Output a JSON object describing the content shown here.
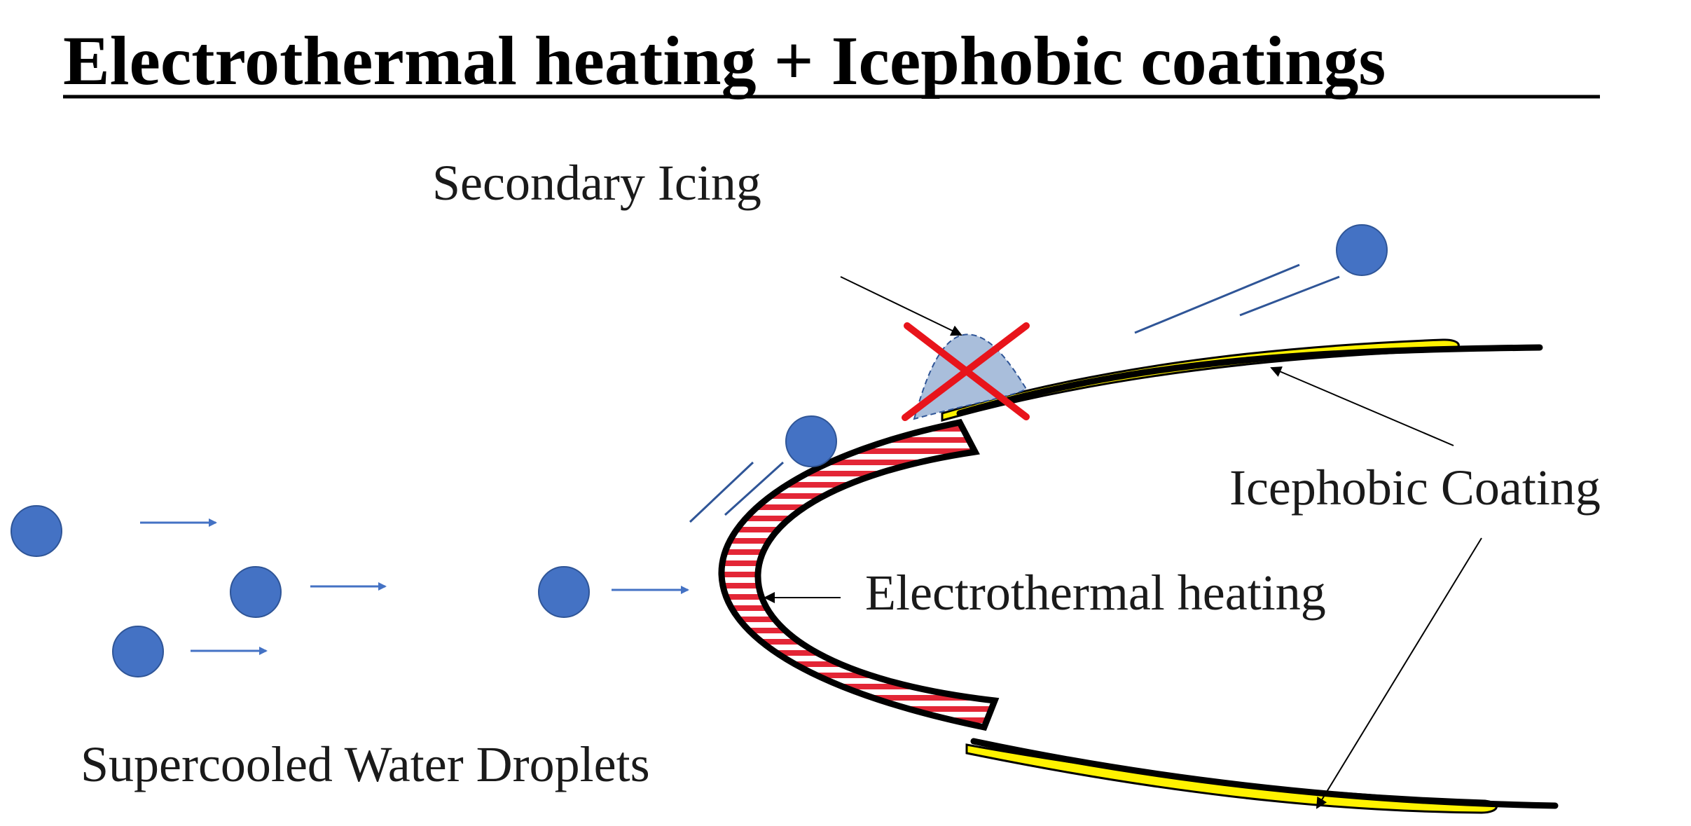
{
  "title": "Electrothermal heating + Icephobic coatings",
  "labels": {
    "secondary_icing": "Secondary Icing",
    "icephobic_coating": "Icephobic Coating",
    "electrothermal_heating": "Electrothermal heating",
    "supercooled_droplets": "Supercooled Water Droplets"
  },
  "colors": {
    "droplet": "#4472C4",
    "droplet_stroke": "#2F5597",
    "motion_line": "#4472C4",
    "heater_stripe": "#E32636",
    "coating": "#FFF200",
    "ice": "#A9BEDB",
    "cross": "#E8141B",
    "outline": "#000000"
  },
  "icons": {
    "cross": "red-x-mark",
    "droplet": "filled-circle",
    "airfoil": "leading-edge-outline"
  }
}
